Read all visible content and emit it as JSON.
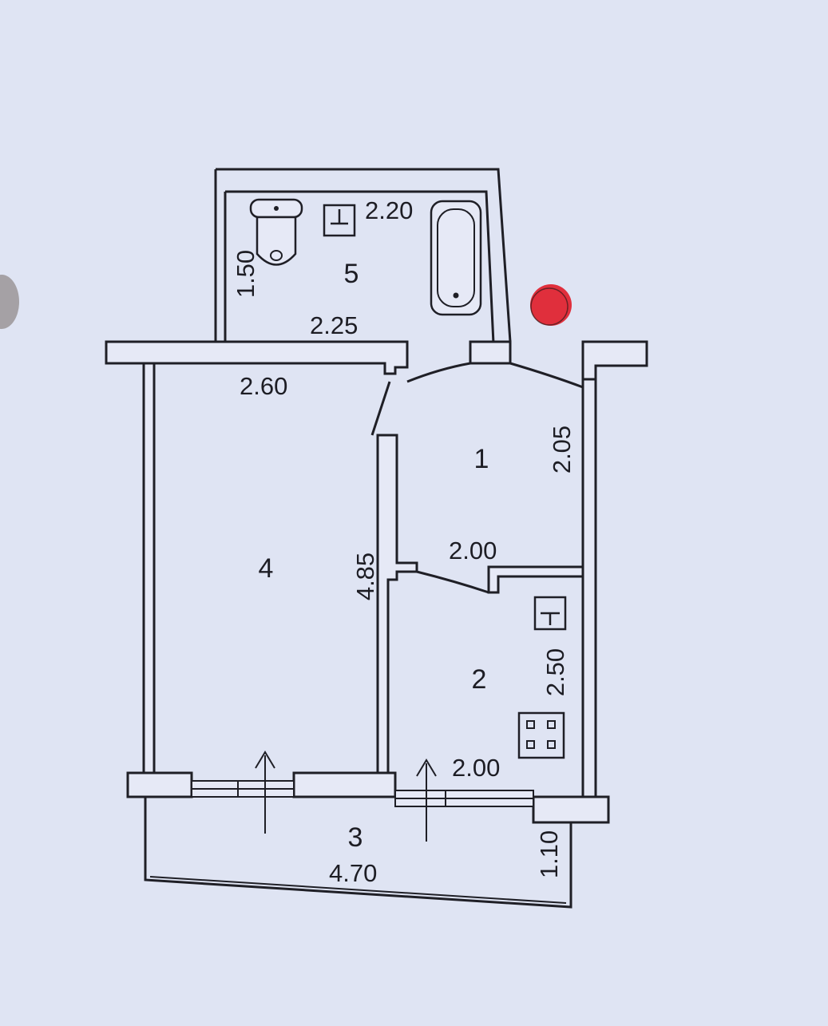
{
  "plan": {
    "rooms": [
      {
        "id": "1",
        "label": "1"
      },
      {
        "id": "2",
        "label": "2"
      },
      {
        "id": "3",
        "label": "3"
      },
      {
        "id": "4",
        "label": "4"
      },
      {
        "id": "5",
        "label": "5"
      }
    ],
    "dimensions": {
      "bath_top": "2.20",
      "bath_side": "1.50",
      "bath_bottom": "2.25",
      "room4_top": "2.60",
      "room4_side": "4.85",
      "hall_side": "2.05",
      "hall_bottom": "2.00",
      "kitchen_side": "2.50",
      "kitchen_bottom": "2.00",
      "balcony_side": "1.10",
      "balcony_length": "4.70"
    },
    "colors": {
      "background": "#dfe4f3",
      "walls": "#1f1f26",
      "marker": "#e0202c"
    }
  }
}
